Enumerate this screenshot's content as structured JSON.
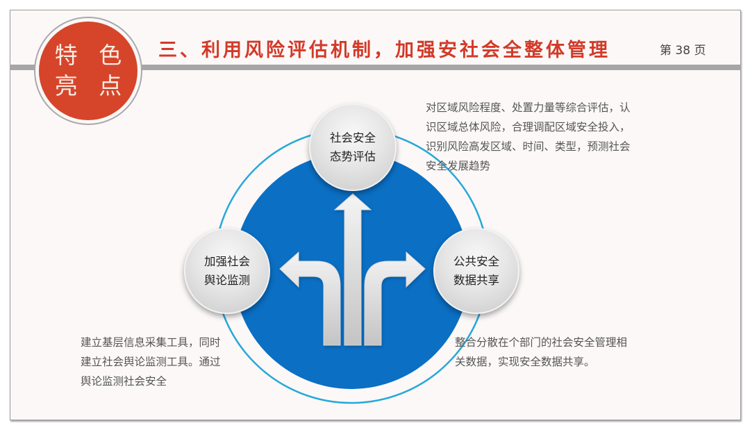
{
  "badge": {
    "line1": "特 色",
    "line2": "亮 点"
  },
  "header": {
    "title": "三、利用风险评估机制，加强安社会全整体管理",
    "page_label": "第 38 页"
  },
  "colors": {
    "badge_red": "#d6452a",
    "title_red": "#d23a28",
    "disk_blue": "#0b6fc4",
    "ring_cyan": "#27a8d8",
    "bar_gray": "#a6a6a6"
  },
  "diagram": {
    "center_icon": "three-way-arrows-icon",
    "nodes": {
      "top": {
        "line1": "社会安全",
        "line2": "态势评估"
      },
      "left": {
        "line1": "加强社会",
        "line2": "舆论监测"
      },
      "right": {
        "line1": "公共安全",
        "line2": "数据共享"
      }
    }
  },
  "descriptions": {
    "top_right": [
      "对区域风险程度、处置力量等综合评估，认",
      "识区域总体风险，合理调配区域安全投入，",
      "识别风险高发区域、时间、类型，预测社会",
      "安全发展趋势"
    ],
    "bottom_left": [
      "建立基层信息采集工具，同时",
      "建立社会舆论监测工具。通过",
      "舆论监测社会安全"
    ],
    "bottom_right": [
      "整合分散在个部门的社会安全管理相",
      "关数据，实现安全数据共享。"
    ]
  }
}
